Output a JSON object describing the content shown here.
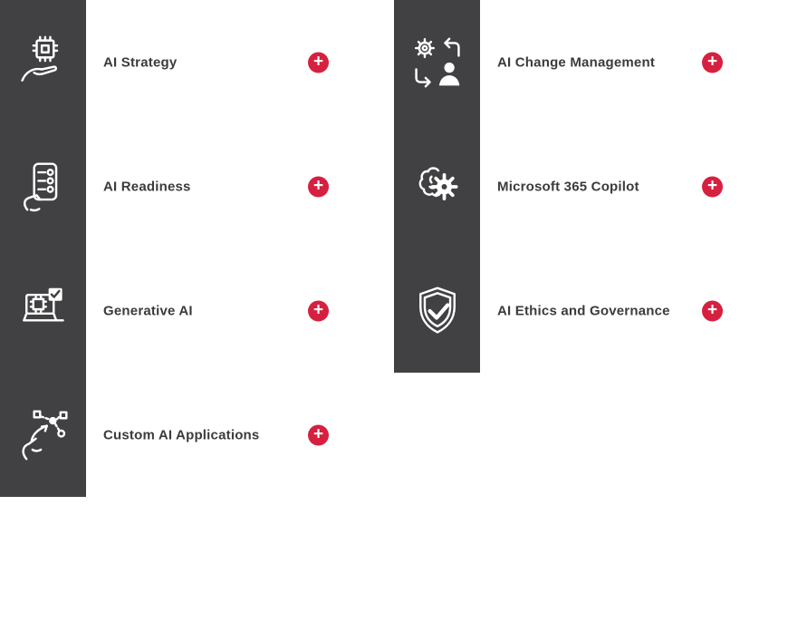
{
  "palette": {
    "tile": "#414042",
    "accent": "#d6203f",
    "label": "#3b3b3d",
    "background": "#ffffff"
  },
  "ui": {
    "plus_symbol": "+"
  },
  "columns": [
    {
      "items": [
        {
          "label": "AI Strategy",
          "icon": "ai-strategy-chip-in-hand-icon"
        },
        {
          "label": "AI Readiness",
          "icon": "ai-readiness-checklist-hand-icon"
        },
        {
          "label": "Generative AI",
          "icon": "generative-ai-laptop-chip-icon"
        },
        {
          "label": "Custom AI Applications",
          "icon": "custom-ai-applications-tap-network-icon"
        }
      ]
    },
    {
      "items": [
        {
          "label": "AI Change Management",
          "icon": "ai-change-management-gear-person-icon"
        },
        {
          "label": "Microsoft 365 Copilot",
          "icon": "copilot-brain-gear-icon"
        },
        {
          "label": "AI Ethics and Governance",
          "icon": "ai-ethics-shield-check-icon"
        }
      ]
    }
  ]
}
